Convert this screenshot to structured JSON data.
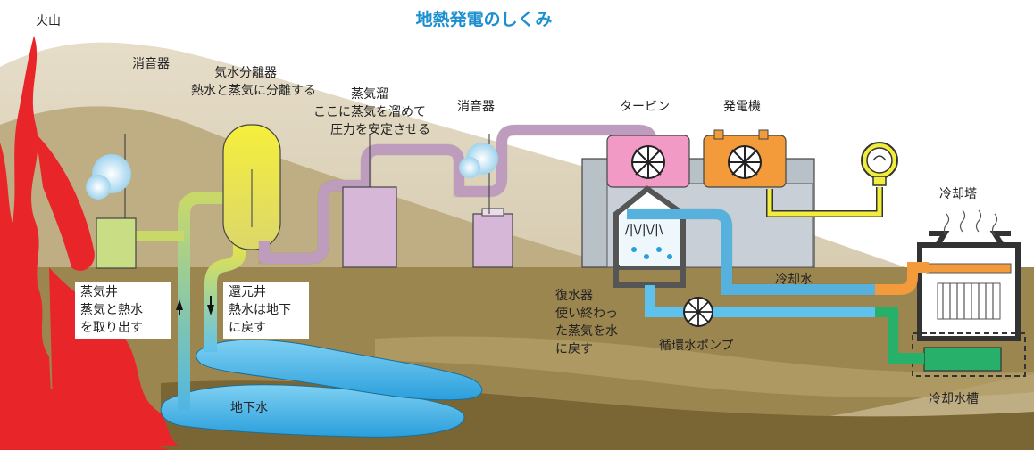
{
  "title": "地熱発電のしくみ",
  "labels": {
    "volcano": "火山",
    "muffler_left": "消音器",
    "separator_1": "気水分離器",
    "separator_2": "熱水と蒸気に分離する",
    "accumulator_1": "蒸気溜",
    "accumulator_2": "ここに蒸気を溜めて",
    "accumulator_3": "圧力を安定させる",
    "muffler_right": "消音器",
    "turbine": "タービン",
    "generator": "発電機",
    "cooling_tower": "冷却塔",
    "cooling_water": "冷却水",
    "production_well_1": "蒸気井",
    "production_well_2": "蒸気と熱水",
    "production_well_3": "を取り出す",
    "reinjection_well_1": "還元井",
    "reinjection_well_2": "熱水は地下",
    "reinjection_well_3": "に戻す",
    "condenser_1": "復水器",
    "condenser_2": "使い終わっ",
    "condenser_3": "た蒸気を水",
    "condenser_4": "に戻す",
    "circulation_pump": "循環水ポンプ",
    "groundwater": "地下水",
    "cooling_basin": "冷却水槽"
  },
  "colors": {
    "title": "#1b8fd0",
    "magma": "#e8262a",
    "steam_pipe": "#cfa9cf",
    "hot_water_pipe": "#f2ec3c",
    "cooling_pipe": "#5ec2ee",
    "turbine": "#f29ac6",
    "generator": "#f39a3a",
    "cooling_basin": "#27b06a",
    "groundwater": "#39b3e6",
    "ground": "#8f7a45"
  }
}
